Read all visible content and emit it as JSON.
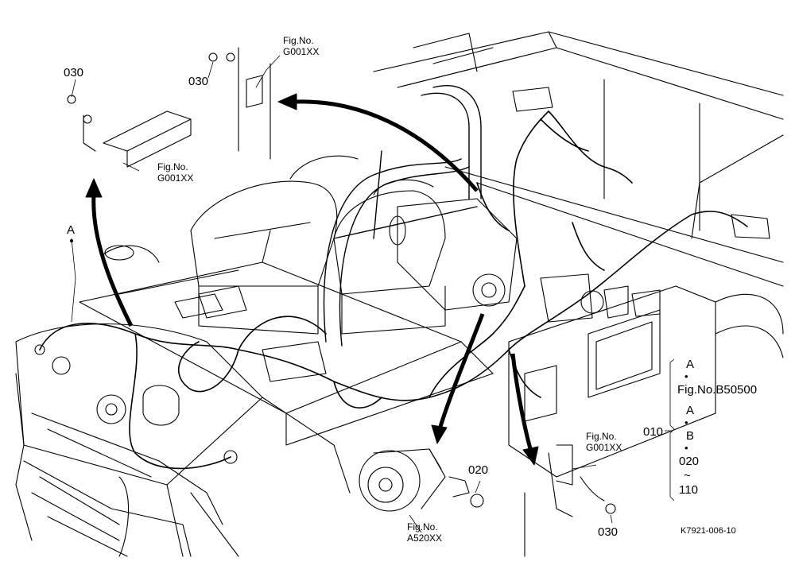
{
  "callouts": {
    "part_030_top_left": "030",
    "part_030_top_mid": "030",
    "part_030_bottom_right": "030",
    "part_020": "020",
    "detail_A": "A"
  },
  "fig_refs": {
    "top_mid": {
      "title": "Fig.No.",
      "code": "G001XX"
    },
    "top_left": {
      "title": "Fig.No.",
      "code": "G001XX"
    },
    "bottom_right": {
      "title": "Fig.No.",
      "code": "G001XX"
    },
    "alternator": {
      "title": "Fig.No.",
      "code": "A520XX"
    }
  },
  "legend": {
    "A": "A",
    "dot1": "•",
    "fig": "Fig.No.B50500",
    "part": "010",
    "A2": "A",
    "dot2": "•",
    "B": "B",
    "dot3": "•",
    "range_start": "020",
    "tilde": "~",
    "range_end": "110"
  },
  "doc_code": "K7921-006-10"
}
